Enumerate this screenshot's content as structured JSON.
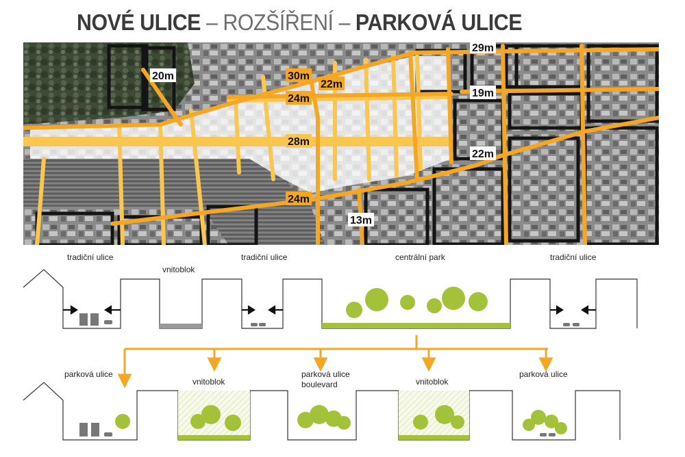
{
  "title": {
    "part1": "NOVÉ ULICE",
    "sep1": " – ",
    "part2": "ROZŠÍŘENÍ",
    "sep2": " – ",
    "part3": "PARKOVÁ ULICE"
  },
  "map": {
    "street_widths": [
      "20m",
      "30m",
      "22m",
      "24m",
      "28m",
      "24m",
      "13m",
      "29m",
      "19m",
      "22m"
    ]
  },
  "top_row": {
    "labels": [
      "tradiční ulice",
      "vnitoblok",
      "tradiční ulice",
      "centrální park",
      "tradiční ulice"
    ]
  },
  "bottom_row": {
    "labels": [
      "parková ulice",
      "vnitoblok",
      "parková ulice",
      "boulevard",
      "vnitoblok",
      "parková ulice"
    ]
  },
  "colors": {
    "street_orange": "#f5a623",
    "street_yellow": "#f9c74f",
    "park_green": "#a4c13a",
    "title_dark": "#3b3b3b",
    "title_light": "#6e6e6e"
  }
}
